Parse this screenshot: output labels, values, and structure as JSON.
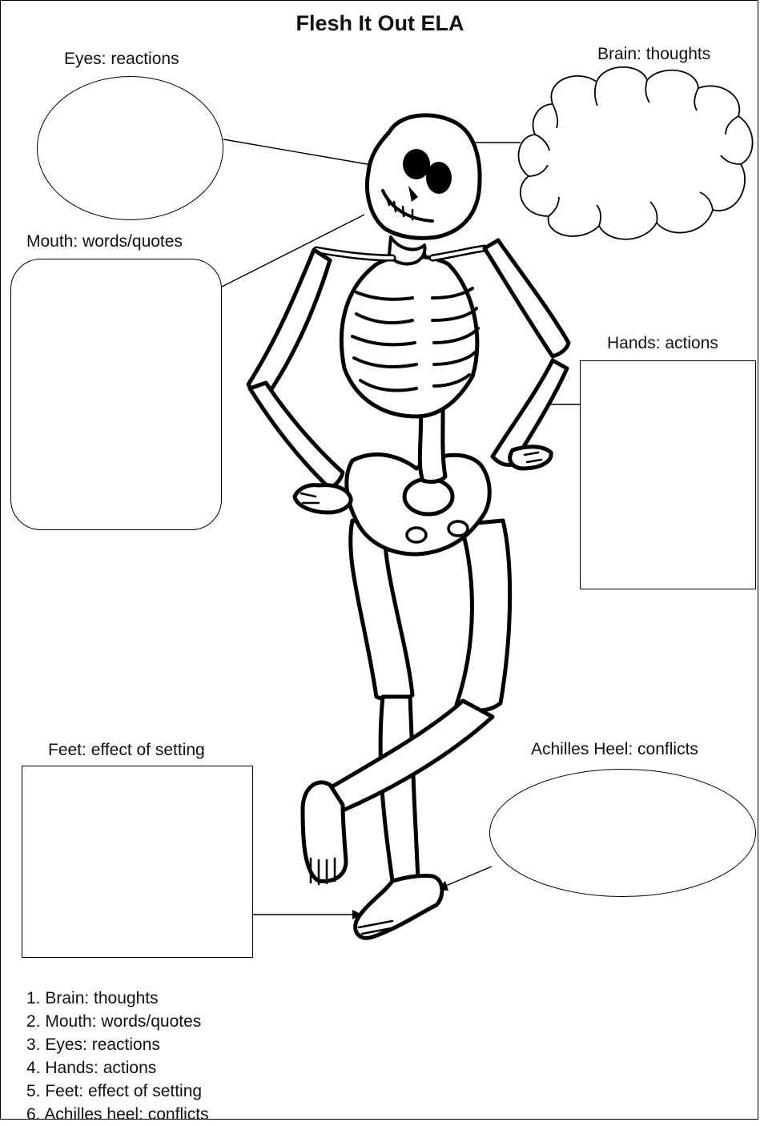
{
  "title": "Flesh It Out ELA",
  "labels": {
    "eyes": "Eyes: reactions",
    "brain": "Brain: thoughts",
    "mouth": "Mouth: words/quotes",
    "hands": "Hands: actions",
    "feet": "Feet: effect of setting",
    "achilles": "Achilles Heel: conflicts"
  },
  "list": [
    "1. Brain: thoughts",
    "2. Mouth: words/quotes",
    "3. Eyes: reactions",
    "4. Hands: actions",
    "5. Feet: effect of setting",
    "6. Achilles heel: conflicts"
  ],
  "icons": {
    "figure": "skeleton-icon",
    "brain": "cloud-shape"
  }
}
